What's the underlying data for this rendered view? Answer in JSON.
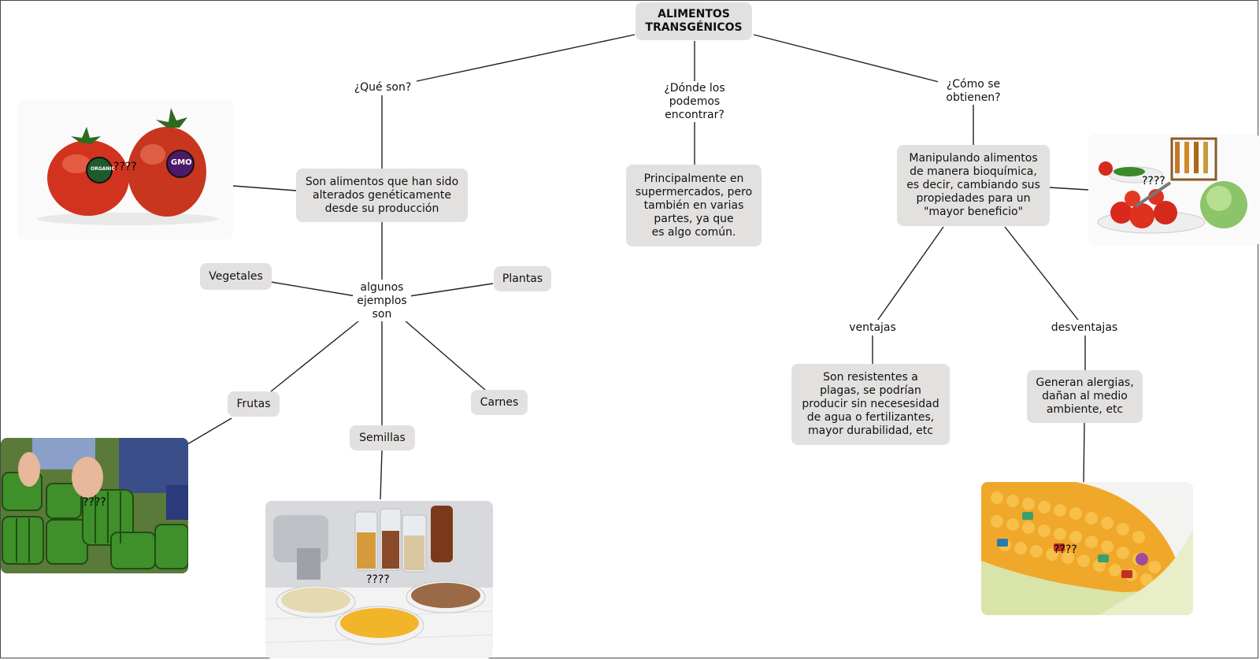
{
  "title": "ALIMENTOS\nTRANSGÉNICOS",
  "phrases": {
    "que_son": "¿Qué son?",
    "donde": "¿Dónde los\npodemos\nencontrar?",
    "como": "¿Cómo se\nobtienen?",
    "ejemplos": "algunos\nejemplos\nson",
    "ventajas": "ventajas",
    "desventajas": "desventajas"
  },
  "concepts": {
    "definicion": "Son alimentos que han sido\nalterados genéticamente\ndesde su producción",
    "donde": "Principalmente en\nsupermercados, pero\ntambién en varias\npartes, ya que\nes algo común.",
    "como": "Manipulando alimentos\nde manera bioquímica,\nes decir, cambiando sus\npropiedades para un\n\"mayor beneficio\"",
    "vegetales": "Vegetales",
    "plantas": "Plantas",
    "frutas": "Frutas",
    "semillas": "Semillas",
    "carnes": "Carnes",
    "ventajas": "Son resistentes a\nplagas, se podrían\nproducir sin necesesidad\nde agua o fertilizantes,\nmayor durabilidad, etc",
    "desventajas": "Generan alergias,\ndañan al medio\nambiente, etc"
  },
  "image_labels": {
    "tomatoes": "????",
    "lab": "????",
    "watermelon": "????",
    "seeds": "????",
    "corn": "????",
    "organic_sticker": "ORGANIC",
    "gmo_sticker": "GMO"
  },
  "colors": {
    "node_bg": "#e3e1e0",
    "line": "#222222"
  }
}
